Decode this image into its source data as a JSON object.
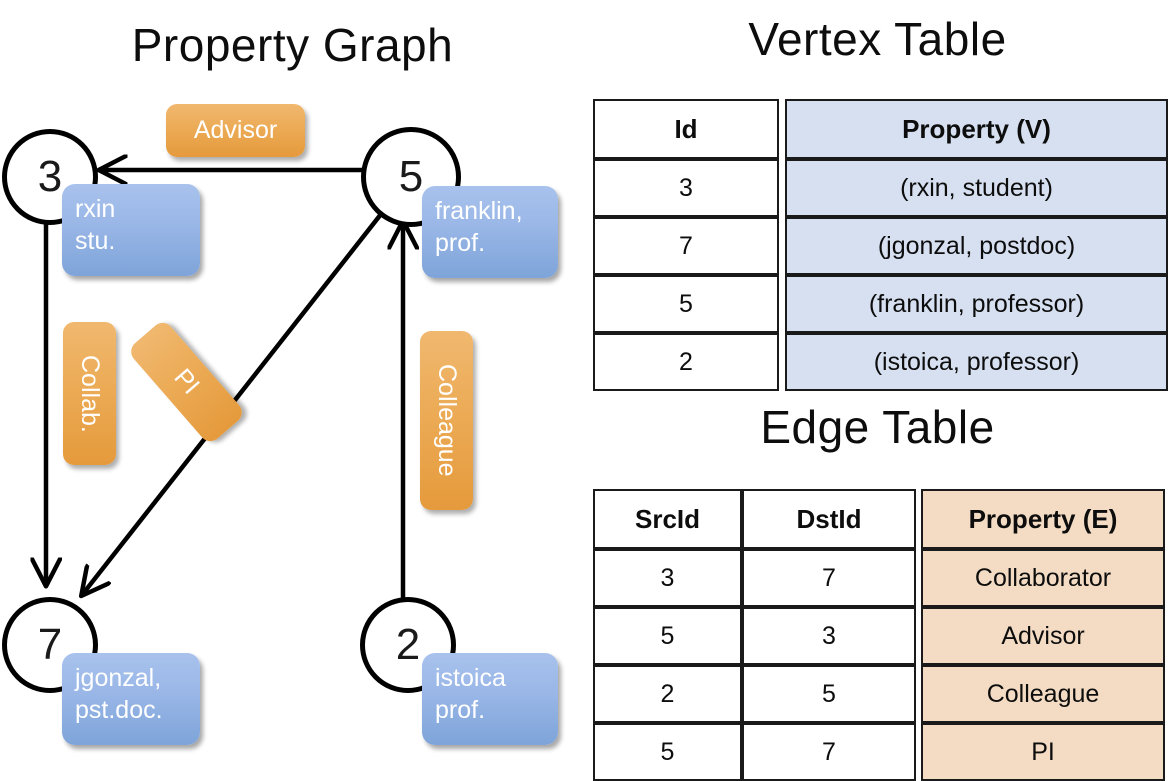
{
  "titles": {
    "property_graph": "Property Graph",
    "vertex_table": "Vertex Table",
    "edge_table": "Edge Table"
  },
  "graph": {
    "nodes": [
      {
        "id": "3",
        "property": "rxin\nstu."
      },
      {
        "id": "5",
        "property": "franklin,\nprof."
      },
      {
        "id": "7",
        "property": "jgonzal,\npst.doc."
      },
      {
        "id": "2",
        "property": "istoica\nprof."
      }
    ],
    "node_labels": {
      "n3": "3",
      "n5": "5",
      "n7": "7",
      "n2": "2"
    },
    "properties": {
      "rxin_line1": "rxin",
      "rxin_line2": "stu.",
      "franklin_line1": "franklin,",
      "franklin_line2": "prof.",
      "jgonzal_line1": "jgonzal,",
      "jgonzal_line2": "pst.doc.",
      "istoica_line1": "istoica",
      "istoica_line2": "prof."
    },
    "edge_labels": {
      "advisor": "Advisor",
      "collab": "Collab.",
      "pi": "PI",
      "colleague": "Colleague"
    },
    "edges": [
      {
        "from": "5",
        "to": "3",
        "label": "Advisor"
      },
      {
        "from": "3",
        "to": "7",
        "label": "Collab."
      },
      {
        "from": "5",
        "to": "7",
        "label": "PI"
      },
      {
        "from": "2",
        "to": "5",
        "label": "Colleague"
      }
    ]
  },
  "vertex_table": {
    "headers": [
      "Id",
      "Property (V)"
    ],
    "rows": [
      {
        "id": "3",
        "property": "(rxin, student)"
      },
      {
        "id": "7",
        "property": "(jgonzal, postdoc)"
      },
      {
        "id": "5",
        "property": "(franklin, professor)"
      },
      {
        "id": "2",
        "property": "(istoica, professor)"
      }
    ]
  },
  "edge_table": {
    "headers": [
      "SrcId",
      "DstId",
      "Property (E)"
    ],
    "rows": [
      {
        "src": "3",
        "dst": "7",
        "property": "Collaborator"
      },
      {
        "src": "5",
        "dst": "3",
        "property": "Advisor"
      },
      {
        "src": "2",
        "dst": "5",
        "property": "Colleague"
      },
      {
        "src": "5",
        "dst": "7",
        "property": "PI"
      }
    ]
  },
  "colors": {
    "node_blue_light": "#a8c2ec",
    "node_blue_dark": "#7ea4d9",
    "edge_orange_light": "#f0b86f",
    "edge_orange_dark": "#e59a3c",
    "vertex_cell_blue": "#d6e0f0",
    "edge_cell_peach": "#f3dcc3",
    "stroke": "#000000"
  }
}
